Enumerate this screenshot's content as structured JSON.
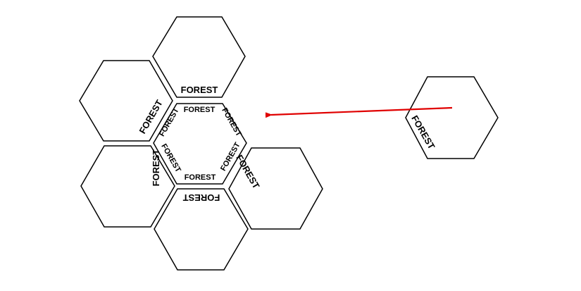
{
  "tiles": {
    "top": {
      "edge_label": "FOREST"
    },
    "upper_left": {
      "edge_label": "FOREST"
    },
    "lower_left": {
      "edge_label": "FOREST"
    },
    "bottom": {
      "edge_label": "FOREST"
    },
    "lower_right": {
      "edge_label": "FOREST"
    },
    "center": {
      "label_top": "FOREST",
      "label_top_right": "FOREST",
      "label_bottom_right": "FOREST",
      "label_bottom": "FOREST",
      "label_bottom_left": "FOREST",
      "label_top_left": "FOREST"
    },
    "loose": {
      "edge_label": "FOREST"
    }
  },
  "arrow": {
    "color": "#e00000"
  },
  "colors": {
    "stroke": "#000000",
    "background": "#ffffff"
  }
}
